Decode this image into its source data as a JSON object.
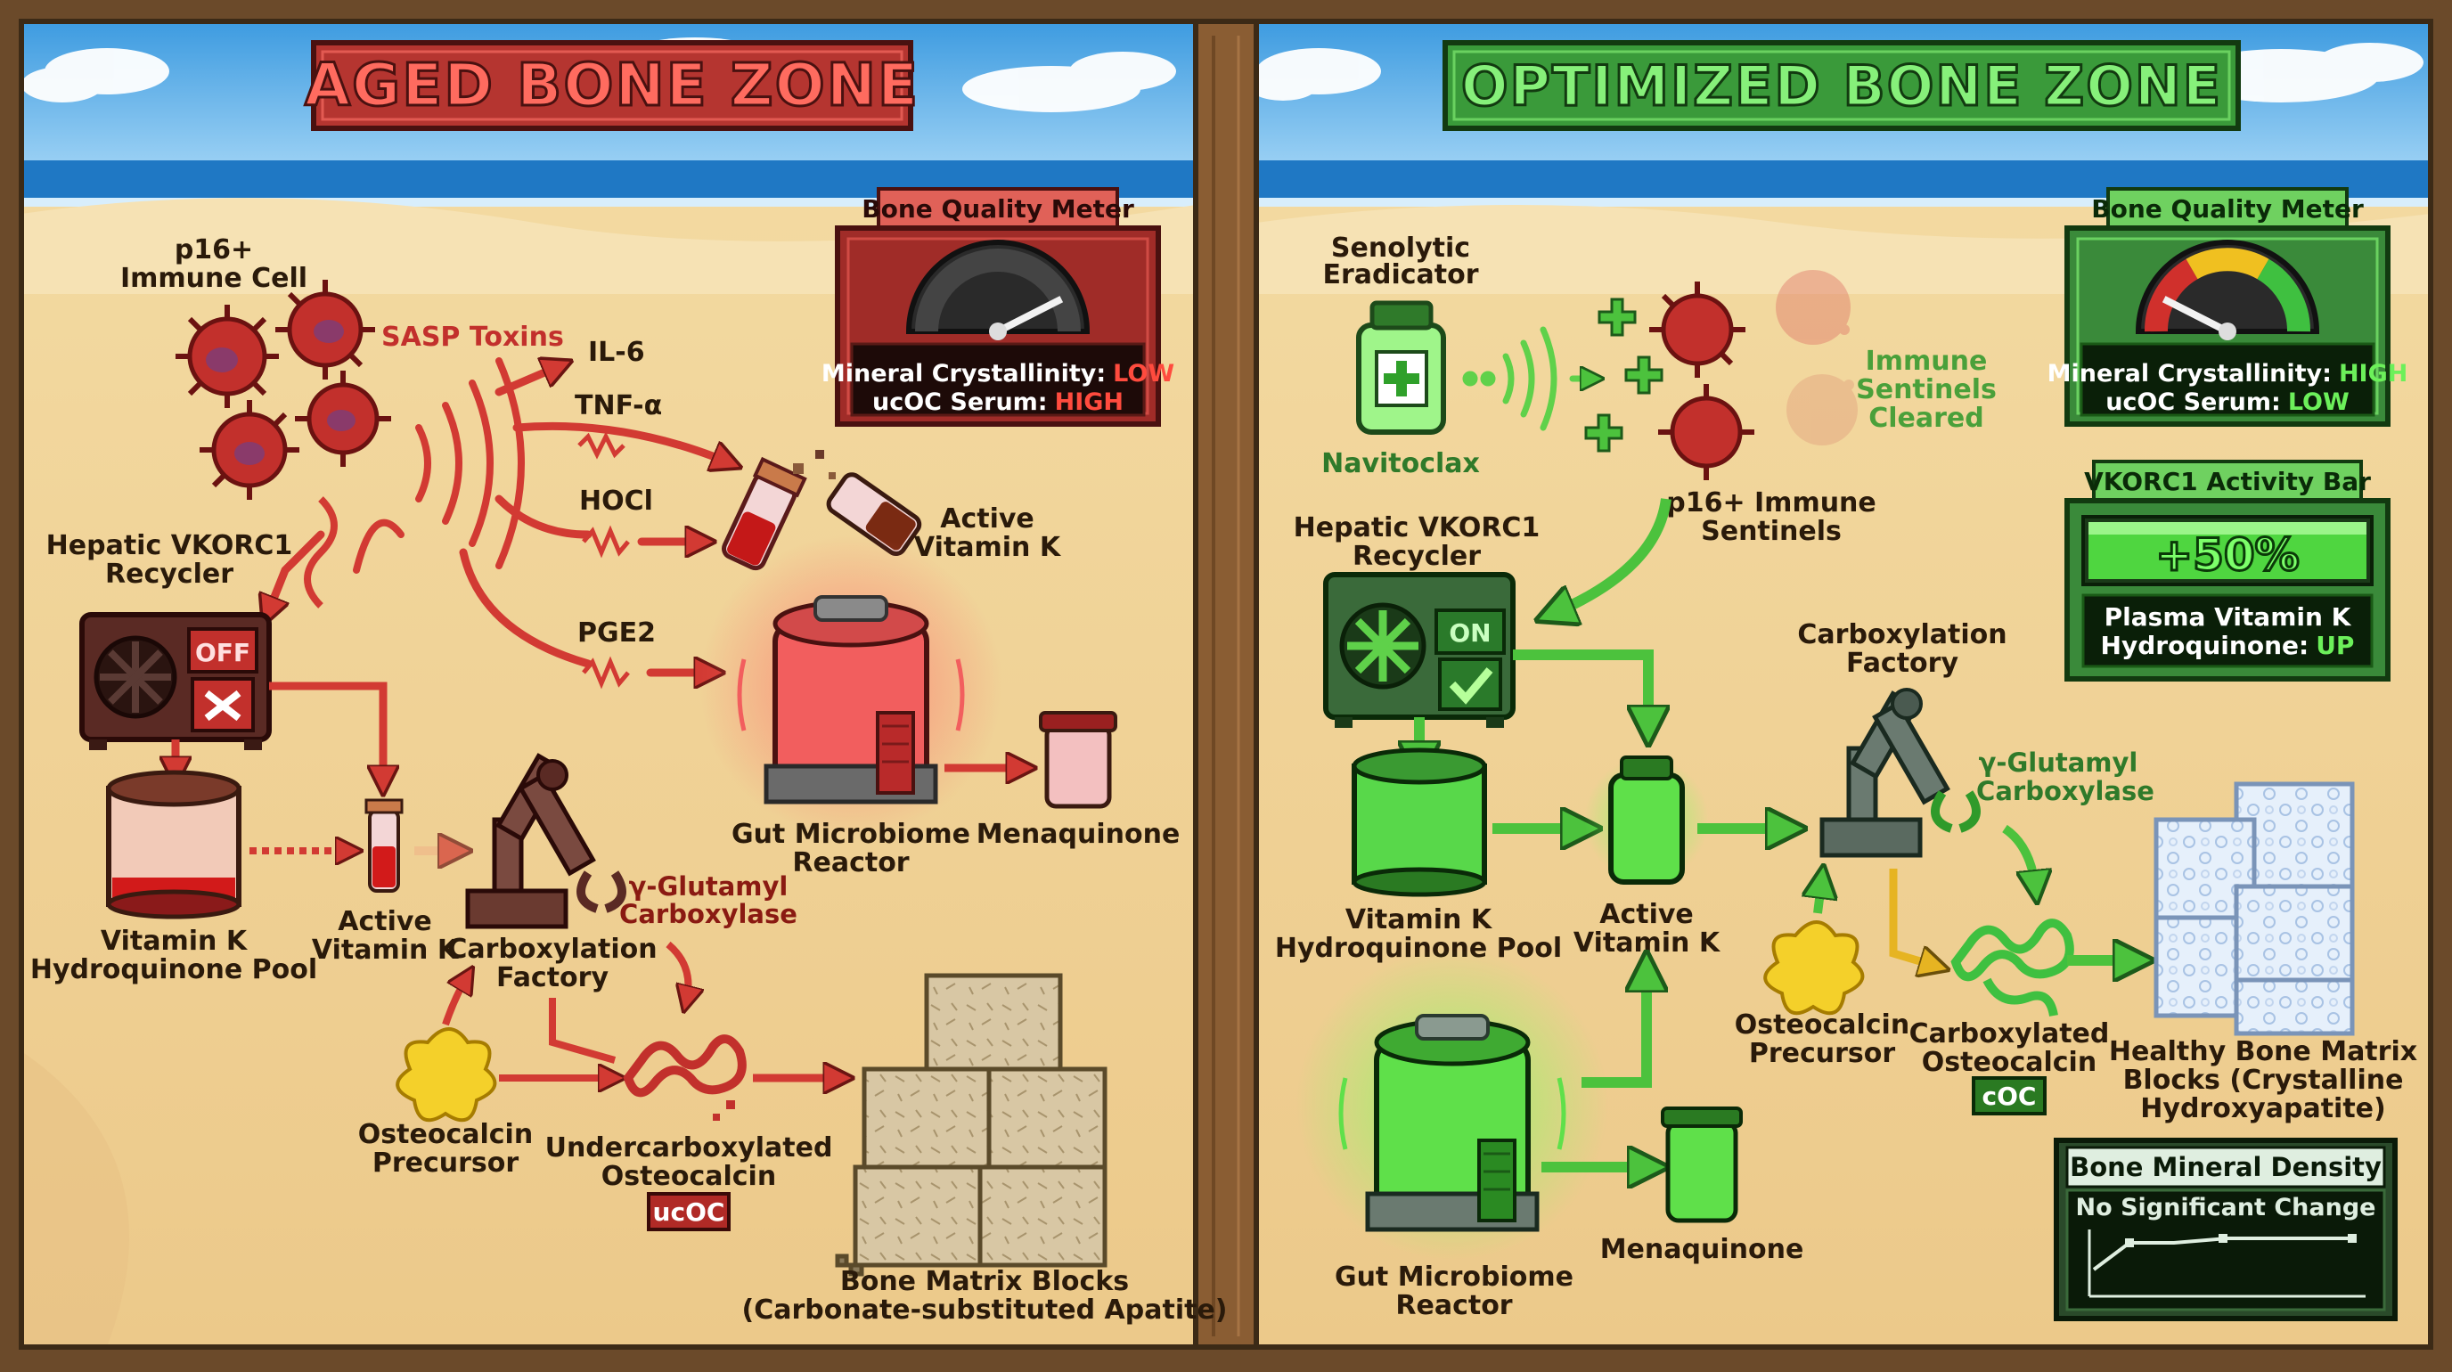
{
  "aged": {
    "title": "AGED BONE ZONE",
    "immune_cell_label": [
      "p16+",
      "Immune Cell"
    ],
    "sasp_label": "SASP Toxins",
    "toxins": [
      "IL-6",
      "TNF-α",
      "HOCl",
      "PGE2"
    ],
    "active_vitamin_k_top": [
      "Active",
      "Vitamin K"
    ],
    "meter": {
      "title": "Bone Quality Meter",
      "crystallinity_label": "Mineral Crystallinity:",
      "crystallinity_value": "LOW",
      "ucoc_label": "ucOC Serum:",
      "ucoc_value": "HIGH",
      "needle_fraction": 0.85
    },
    "recycler_label": [
      "Hepatic VKORC1",
      "Recycler"
    ],
    "recycler_state": "OFF",
    "pool_label": [
      "Vitamin K",
      "Hydroquinone Pool"
    ],
    "active_vitamin_k": [
      "Active",
      "Vitamin K"
    ],
    "factory_label": [
      "Carboxylation",
      "Factory"
    ],
    "carboxylase_label": [
      "γ-Glutamyl",
      "Carboxylase"
    ],
    "reactor_label": [
      "Gut Microbiome",
      "Reactor"
    ],
    "menaquinone_label": "Menaquinone",
    "precursor_label": [
      "Osteocalcin",
      "Precursor"
    ],
    "product_label": [
      "Undercarboxylated",
      "Osteocalcin"
    ],
    "product_badge": "ucOC",
    "bone_label": [
      "Bone Matrix Blocks",
      "(Carbonate-substituted Apatite)"
    ]
  },
  "optimized": {
    "title": "OPTIMIZED BONE ZONE",
    "eradicator_label": [
      "Senolytic",
      "Eradicator"
    ],
    "drug_label": "Navitoclax",
    "cleared_label": [
      "Immune",
      "Sentinels",
      "Cleared"
    ],
    "sentinels_label": [
      "p16+ Immune",
      "Sentinels"
    ],
    "meter": {
      "title": "Bone Quality Meter",
      "crystallinity_label": "Mineral Crystallinity:",
      "crystallinity_value": "HIGH",
      "ucoc_label": "ucOC Serum:",
      "ucoc_value": "LOW",
      "needle_fraction": 0.15
    },
    "vkorc1_bar": {
      "title": "VKORC1 Activity Bar",
      "value": "+50%",
      "plasma_label": [
        "Plasma Vitamin K",
        "Hydroquinone:"
      ],
      "plasma_value": "UP"
    },
    "recycler_label": [
      "Hepatic VKORC1",
      "Recycler"
    ],
    "recycler_state": "ON",
    "factory_label": [
      "Carboxylation",
      "Factory"
    ],
    "carboxylase_label": [
      "γ-Glutamyl",
      "Carboxylase"
    ],
    "pool_label": [
      "Vitamin K",
      "Hydroquinone Pool"
    ],
    "active_vitamin_k": [
      "Active",
      "Vitamin K"
    ],
    "precursor_label": [
      "Osteocalcin",
      "Precursor"
    ],
    "product_label": [
      "Carboxylated",
      "Osteocalcin"
    ],
    "product_badge": "cOC",
    "bone_label": [
      "Healthy Bone Matrix",
      "Blocks (Crystalline",
      "Hydroxyapatite)"
    ],
    "reactor_label": [
      "Gut Microbiome",
      "Reactor"
    ],
    "menaquinone_label": "Menaquinone",
    "density": {
      "title": "Bone Mineral Density",
      "subtitle": "No Significant Change"
    }
  },
  "colors": {
    "aged_accent": "#c0302c",
    "optimized_accent": "#3fae3a",
    "sand": "#f0d49a",
    "sea": "#2f8fd0",
    "frame": "#6b4a2a"
  }
}
